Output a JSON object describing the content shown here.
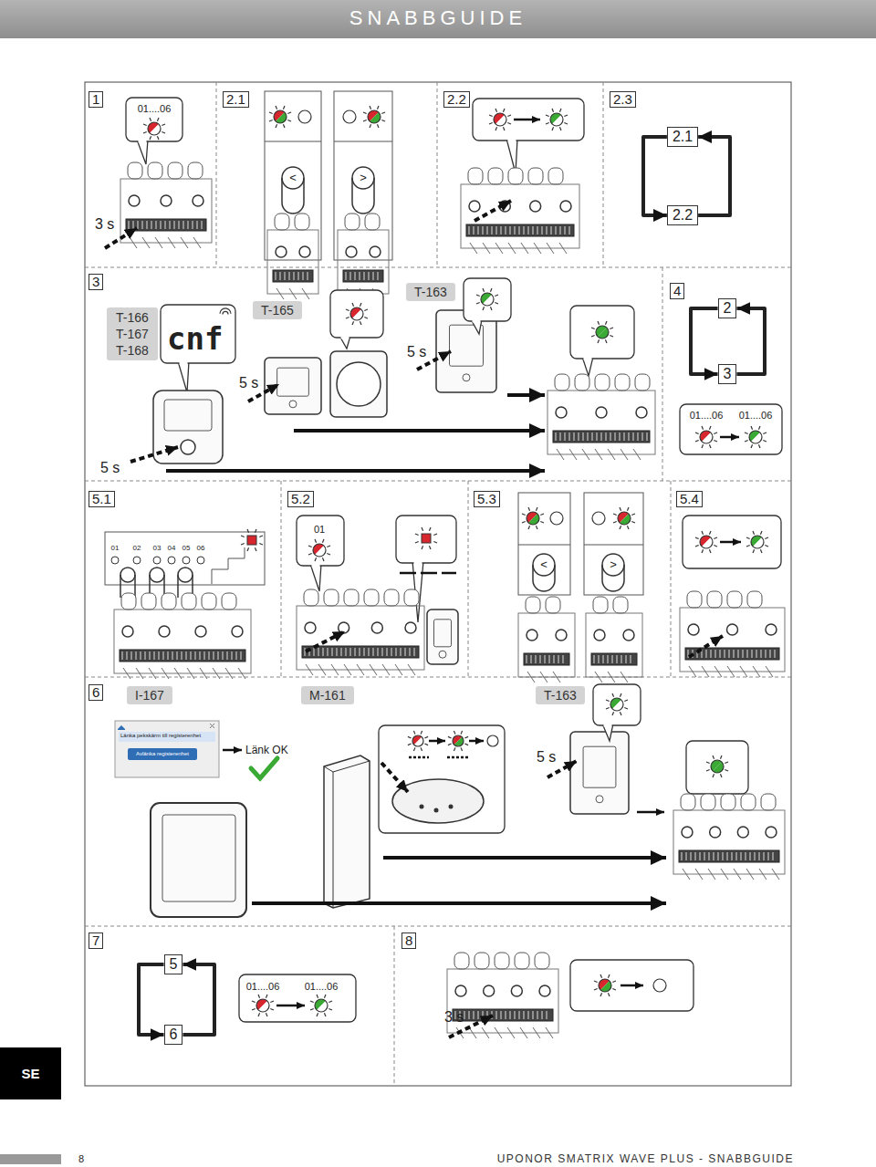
{
  "diagram": {
    "title": "SNABBGUIDE",
    "nodes": [
      {
        "text": [
          "1"
        ]
      },
      {
        "text": [
          "2.1"
        ]
      },
      {
        "text": [
          "2.2"
        ]
      },
      {
        "text": [
          "2.3"
        ]
      },
      {
        "text": [
          "2.1"
        ]
      },
      {
        "text": [
          "2.2"
        ]
      },
      {
        "text": [
          "3"
        ]
      },
      {
        "text": [
          "T-166 T-167 T-168"
        ]
      },
      {
        "text": [
          "T-165"
        ]
      },
      {
        "text": [
          "T-163"
        ]
      },
      {
        "text": [
          "4"
        ]
      },
      {
        "text": [
          "2"
        ]
      },
      {
        "text": [
          "3"
        ]
      },
      {
        "text": [
          "5.1"
        ]
      },
      {
        "text": [
          "5.2"
        ]
      },
      {
        "text": [
          "5.3"
        ]
      },
      {
        "text": [
          "5.4"
        ]
      },
      {
        "text": [
          "6"
        ]
      },
      {
        "text": [
          "I-167"
        ]
      },
      {
        "text": [
          "M-161"
        ]
      },
      {
        "text": [
          "T-163"
        ]
      },
      {
        "text": [
          "7"
        ]
      },
      {
        "text": [
          "5"
        ]
      },
      {
        "text": [
          "6"
        ]
      },
      {
        "text": [
          "8"
        ]
      },
      {
        "text": [
          "SE"
        ]
      }
    ],
    "edges": [
      {
        "from": 4,
        "to": 5,
        "arrow": "to"
      },
      {
        "from": 5,
        "to": 4,
        "arrow": "to"
      },
      {
        "from": 11,
        "to": 12,
        "arrow": "to"
      },
      {
        "from": 12,
        "to": 11,
        "arrow": "to"
      },
      {
        "from": 22,
        "to": 23,
        "arrow": "to"
      },
      {
        "from": 23,
        "to": 22,
        "arrow": "to"
      }
    ],
    "labels": [
      "01....06",
      "3 s",
      "<",
      ">",
      "cnf",
      "5 s",
      "5 s",
      "5 s",
      "01....06",
      "01....06",
      "01",
      "02",
      "03",
      "04",
      "05",
      "06",
      "01",
      "<",
      ">",
      "Länka pekskärm till registerenhet",
      "Avlänka registerenhet",
      "Länk OK",
      "5 s",
      "01....06",
      "01....06",
      "3 s",
      "8",
      "UPONOR SMATRIX WAVE PLUS - SNABBGUIDE"
    ]
  }
}
